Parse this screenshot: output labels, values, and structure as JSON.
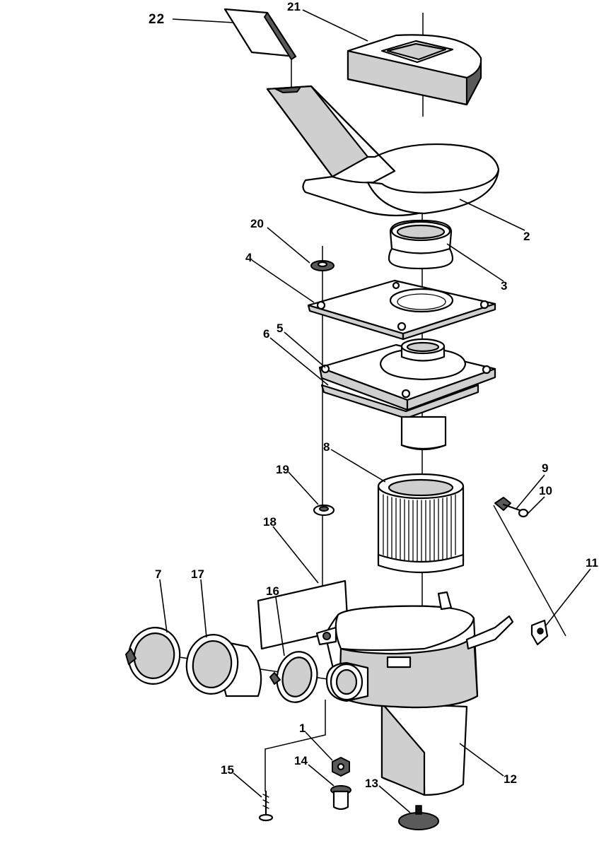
{
  "part_labels": [
    {
      "id": "22",
      "text": "22"
    },
    {
      "id": "21",
      "text": "21"
    },
    {
      "id": "2",
      "text": "2"
    },
    {
      "id": "20",
      "text": "20"
    },
    {
      "id": "3",
      "text": "3"
    },
    {
      "id": "4",
      "text": "4"
    },
    {
      "id": "5",
      "text": "5"
    },
    {
      "id": "6",
      "text": "6"
    },
    {
      "id": "8",
      "text": "8"
    },
    {
      "id": "9",
      "text": "9"
    },
    {
      "id": "10",
      "text": "10"
    },
    {
      "id": "19",
      "text": "19"
    },
    {
      "id": "18",
      "text": "18"
    },
    {
      "id": "11",
      "text": "11"
    },
    {
      "id": "7",
      "text": "7"
    },
    {
      "id": "17",
      "text": "17"
    },
    {
      "id": "16",
      "text": "16"
    },
    {
      "id": "1",
      "text": "1"
    },
    {
      "id": "14",
      "text": "14"
    },
    {
      "id": "15",
      "text": "15"
    },
    {
      "id": "13",
      "text": "13"
    },
    {
      "id": "12",
      "text": "12"
    }
  ]
}
